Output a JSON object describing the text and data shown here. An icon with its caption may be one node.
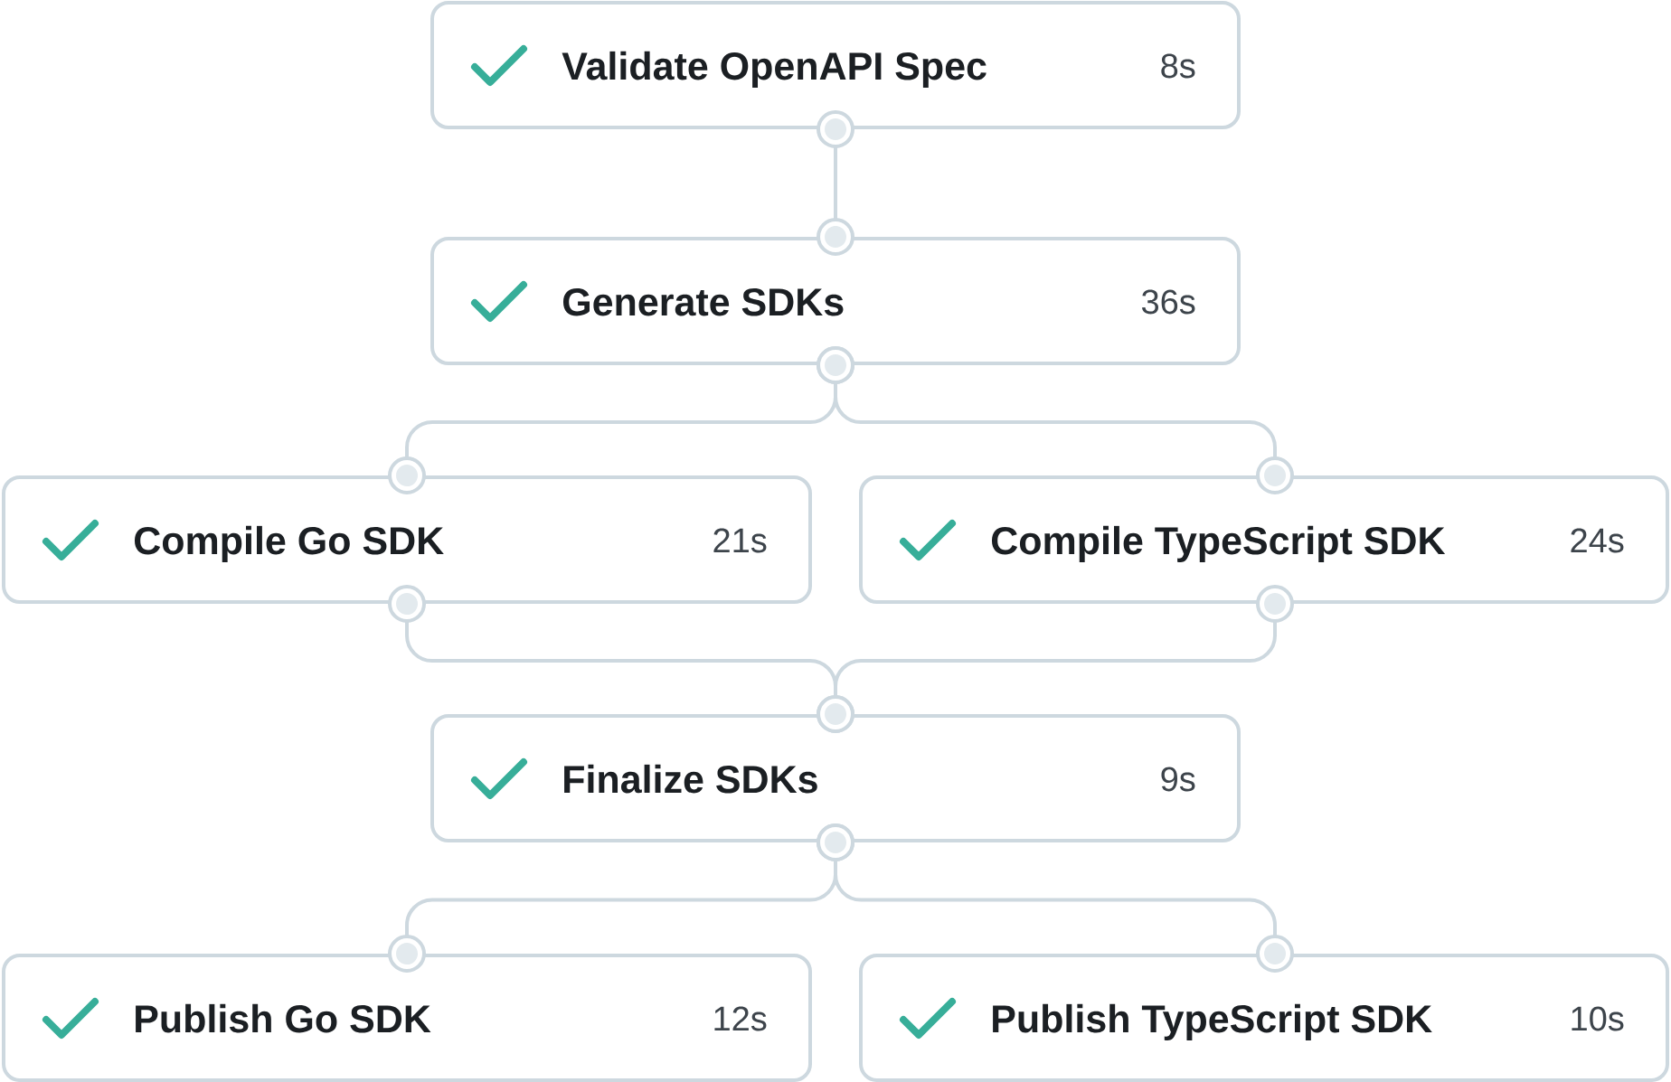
{
  "diagram": {
    "nodes": [
      {
        "text": [
          "Validate OpenAPI Spec",
          "8s"
        ]
      },
      {
        "text": [
          "Generate SDKs",
          "36s"
        ]
      },
      {
        "text": [
          "Compile Go SDK",
          "21s"
        ]
      },
      {
        "text": [
          "Compile TypeScript SDK",
          "24s"
        ]
      },
      {
        "text": [
          "Finalize SDKs",
          "9s"
        ]
      },
      {
        "text": [
          "Publish Go SDK",
          "12s"
        ]
      },
      {
        "text": [
          "Publish TypeScript SDK",
          "10s"
        ]
      }
    ],
    "edges": [
      {
        "from": 0,
        "to": 1,
        "arrow": "other"
      },
      {
        "from": 1,
        "to": 2,
        "arrow": "other"
      },
      {
        "from": 1,
        "to": 3,
        "arrow": "other"
      },
      {
        "from": 2,
        "to": 4,
        "arrow": "other"
      },
      {
        "from": 3,
        "to": 4,
        "arrow": "other"
      },
      {
        "from": 4,
        "to": 5,
        "arrow": "other"
      },
      {
        "from": 4,
        "to": 6,
        "arrow": "other"
      }
    ]
  }
}
